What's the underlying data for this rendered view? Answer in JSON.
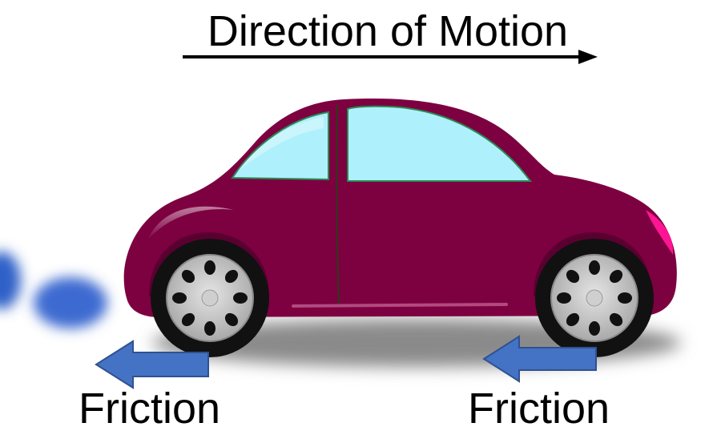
{
  "title": "Direction of Motion",
  "friction_left_label": "Friction",
  "friction_right_label": "Friction",
  "colors": {
    "car_body": "#7d0040",
    "window": "#aef0fb",
    "window_trim": "#2a8a55",
    "tire": "#111111",
    "hubcap": "#b9b9b9",
    "friction_arrow": "#4472c4",
    "exhaust": "#2f60c8",
    "tail_light": "#ff1493"
  }
}
